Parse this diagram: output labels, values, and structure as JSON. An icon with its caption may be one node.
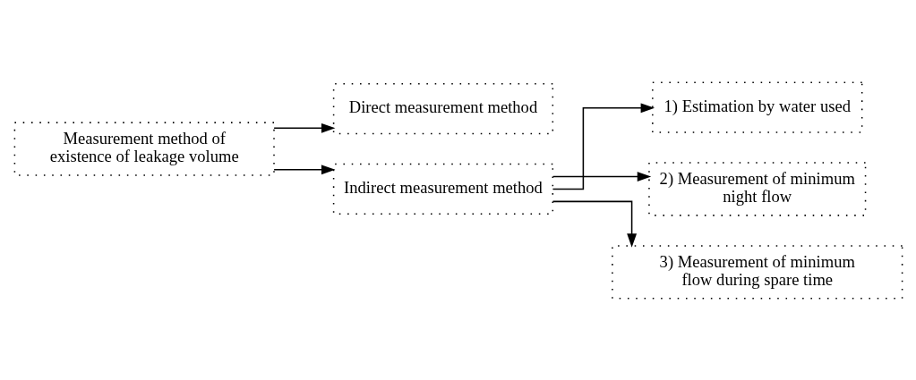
{
  "diagram": {
    "nodes": [
      {
        "text": [
          "Measurement method of existence of leakage volume"
        ]
      },
      {
        "text": [
          "Direct measurement method"
        ]
      },
      {
        "text": [
          "Indirect measurement method"
        ]
      },
      {
        "text": [
          "1) Estimation by water used"
        ]
      },
      {
        "text": [
          "2) Measurement of minimum night flow"
        ]
      },
      {
        "text": [
          "3) Measurement of minimum flow during spare time"
        ]
      }
    ],
    "edges": [
      {
        "from": 0,
        "to": 1,
        "arrow": "to"
      },
      {
        "from": 0,
        "to": 2,
        "arrow": "to"
      },
      {
        "from": 2,
        "to": 3,
        "arrow": "to"
      },
      {
        "from": 2,
        "to": 4,
        "arrow": "to"
      },
      {
        "from": 2,
        "to": 5,
        "arrow": "to"
      }
    ]
  }
}
